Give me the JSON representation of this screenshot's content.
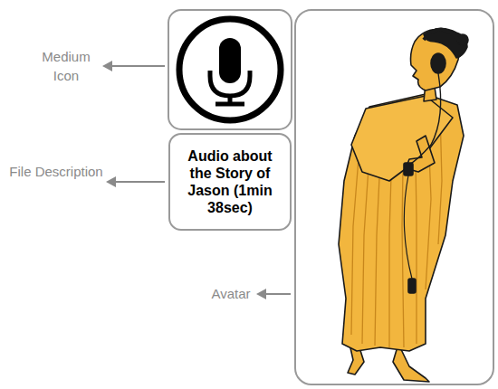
{
  "diagram": {
    "nodes": [
      {
        "text": [
          "Audio about the Story of Jason (1min 38sec)"
        ]
      }
    ],
    "labels": [
      "Medium Icon",
      "File Description",
      "Avatar"
    ]
  }
}
